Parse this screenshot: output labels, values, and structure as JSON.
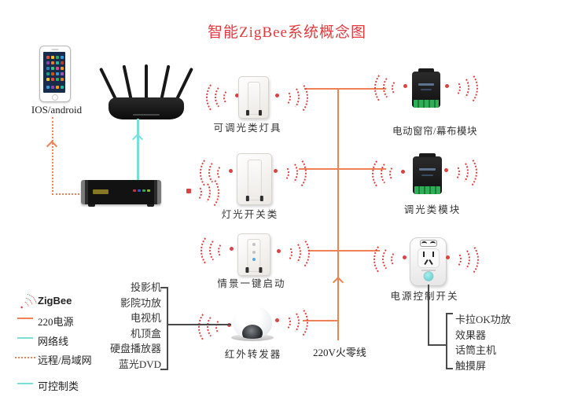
{
  "title": "智能ZigBee系统概念图",
  "colors": {
    "title_red": "#e23a3e",
    "power_orange": "#ef8155",
    "network_cyan": "#7adede",
    "wireless_red": "#d94343",
    "connector_dark": "#4a4a4a"
  },
  "phone_label": "IOS/android",
  "mid_devices": [
    {
      "label": "可调光类灯具",
      "icon": "dimmer-wall-switch"
    },
    {
      "label": "灯光开关类",
      "icon": "light-wall-switch"
    },
    {
      "label": "情景一键启动",
      "icon": "scene-wall-switch"
    },
    {
      "label": "红外转发器",
      "icon": "ir-dome-transponder"
    }
  ],
  "right_devices": [
    {
      "label": "电动窗帘/幕布模块",
      "icon": "curtain-relay-module"
    },
    {
      "label": "调光类模块",
      "icon": "dimmer-relay-module"
    },
    {
      "label": "电源控制开关",
      "icon": "smart-plug"
    }
  ],
  "av_list": [
    "投影机",
    "影院功放",
    "电视机",
    "机顶盒",
    "硬盘播放器",
    "蓝光DVD"
  ],
  "karaoke_list": [
    "卡拉OK功放",
    "效果器",
    "话筒主机",
    "触摸屏"
  ],
  "power_line_label": "220V火零线",
  "legend": [
    {
      "label": "ZigBee",
      "style": "zigbee-waves-icon"
    },
    {
      "label": "220电源",
      "style": "solid-orange"
    },
    {
      "label": "网络线",
      "style": "solid-cyan"
    },
    {
      "label": "远程/局域网",
      "style": "dotted-orange"
    },
    {
      "label": "可控制类",
      "style": "solid-cyan"
    }
  ]
}
